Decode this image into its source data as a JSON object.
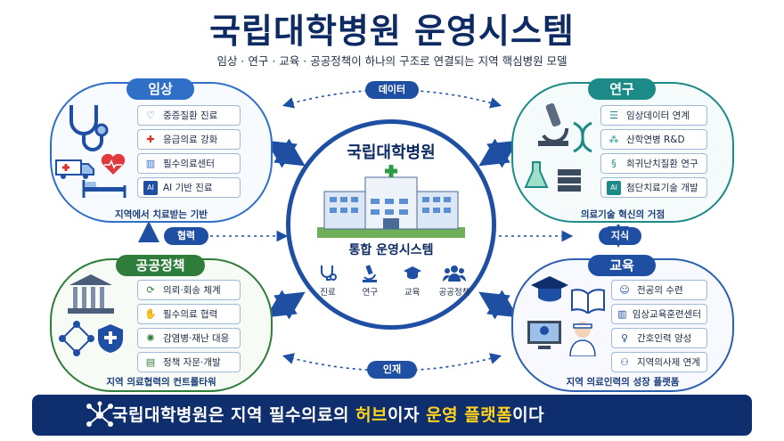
{
  "title": "국립대학병원 운영시스템",
  "subtitle": "임상 · 연구 · 교육 · 공공정책이 하나의 구조로 연결되는 지역 핵심병원 모델",
  "center": {
    "title": "국립대학병원",
    "subtitle": "통합 운영시스템",
    "icons": [
      {
        "label": "진료",
        "icon": "stethoscope-icon"
      },
      {
        "label": "연구",
        "icon": "microscope-icon"
      },
      {
        "label": "교육",
        "icon": "graduation-cap-icon"
      },
      {
        "label": "공공정책",
        "icon": "people-group-icon"
      }
    ]
  },
  "quadrants": {
    "clinical": {
      "title": "임상",
      "caption": "지역에서 치료받는 기반",
      "items": [
        "중증질환 진료",
        "응급의료 강화",
        "필수의료센터",
        "AI 기반 진료"
      ]
    },
    "research": {
      "title": "연구",
      "caption": "의료기술 혁신의 거점",
      "items": [
        "임상데이터 연계",
        "산학연병 R&D",
        "희귀난치질환 연구",
        "첨단치료기술 개발"
      ]
    },
    "policy": {
      "title": "공공정책",
      "caption": "지역 의료협력의 컨트롤타워",
      "items": [
        "의뢰·회송 체계",
        "필수의료 협력",
        "감염병·재난 대응",
        "정책 자문·개발"
      ]
    },
    "education": {
      "title": "교육",
      "caption": "지역 의료인력의 성장 플랫폼",
      "items": [
        "전공의 수련",
        "임상교육훈련센터",
        "간호인력 양성",
        "지역의사제 연계"
      ]
    }
  },
  "flows": {
    "top": "데이터",
    "right": "지식",
    "bottom": "인재",
    "left": "협력"
  },
  "banner": {
    "part1": "국립대학병원은 지역 필수의료의 ",
    "highlight1": "허브",
    "part2": "이자 ",
    "highlight2": "운영 플랫폼",
    "part3": "이다"
  },
  "colors": {
    "navy": "#0e2e6e",
    "blue": "#1f4fa3",
    "clinical": "#2f6fc7",
    "research": "#1c8a86",
    "policy": "#2e7d3a",
    "highlight": "#ffd21c"
  }
}
